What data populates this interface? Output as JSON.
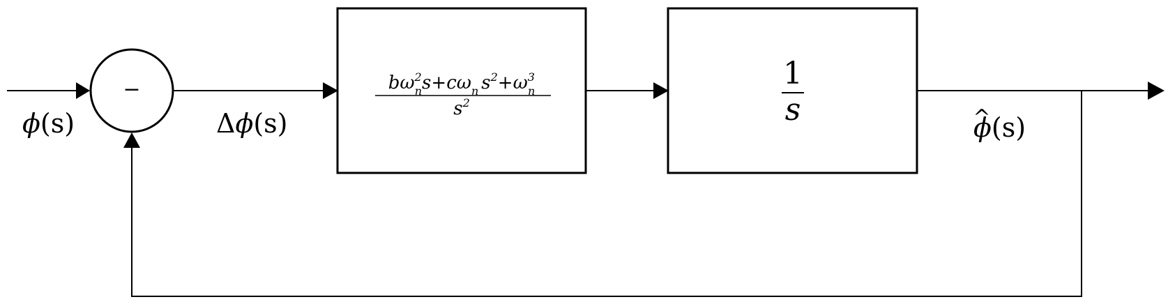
{
  "diagram": {
    "input_label": {
      "var": "ϕ",
      "args": "(s)"
    },
    "summing_junction": {
      "sign": "−"
    },
    "error_label": {
      "delta": "Δ",
      "var": "ϕ",
      "args": "(s)"
    },
    "controller_block": {
      "num_b": "b",
      "num_c": "c",
      "omega": "ω",
      "n": "n",
      "s": "s",
      "sq": "2",
      "cube": "3",
      "plus": "+",
      "den_s": "s",
      "den_sq": "2"
    },
    "integrator_block": {
      "numerator": "1",
      "denominator": "s"
    },
    "output_label": {
      "hat": "^",
      "var": "ϕ",
      "args": "(s)"
    }
  }
}
